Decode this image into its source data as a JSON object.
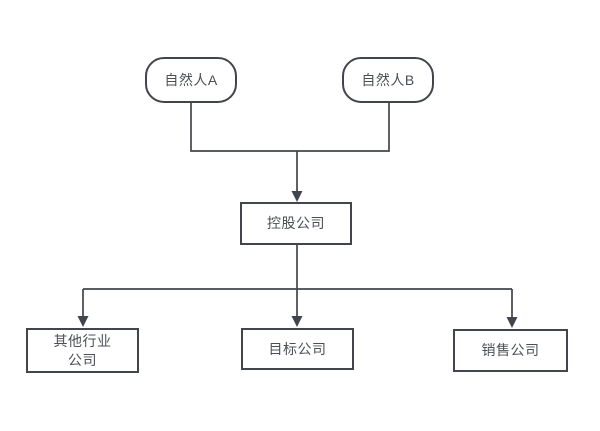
{
  "theme": {
    "background": "#ffffff",
    "line_color": "#42464c",
    "text_color": "#4b4f55",
    "node_fill": "#ffffff"
  },
  "diagram": {
    "type": "org-structure-flowchart",
    "nodes": [
      {
        "id": "person-a",
        "shape": "rounded-rectangle",
        "lines": [
          "自然人A"
        ]
      },
      {
        "id": "person-b",
        "shape": "rounded-rectangle",
        "lines": [
          "自然人B"
        ]
      },
      {
        "id": "holding-company",
        "shape": "rectangle",
        "lines": [
          "控股公司"
        ]
      },
      {
        "id": "other-industry-company",
        "shape": "rectangle",
        "lines": [
          "其他行业",
          "公司"
        ]
      },
      {
        "id": "target-company",
        "shape": "rectangle",
        "lines": [
          "目标公司"
        ]
      },
      {
        "id": "sales-company",
        "shape": "rectangle",
        "lines": [
          "销售公司"
        ]
      }
    ],
    "edges": [
      {
        "from": "person-a",
        "to": "holding-company",
        "arrowhead": "filled-triangle-down"
      },
      {
        "from": "person-b",
        "to": "holding-company",
        "arrowhead": "filled-triangle-down"
      },
      {
        "from": "holding-company",
        "to": "other-industry-company",
        "arrowhead": "filled-triangle-down"
      },
      {
        "from": "holding-company",
        "to": "target-company",
        "arrowhead": "filled-triangle-down"
      },
      {
        "from": "holding-company",
        "to": "sales-company",
        "arrowhead": "filled-triangle-down"
      }
    ]
  }
}
